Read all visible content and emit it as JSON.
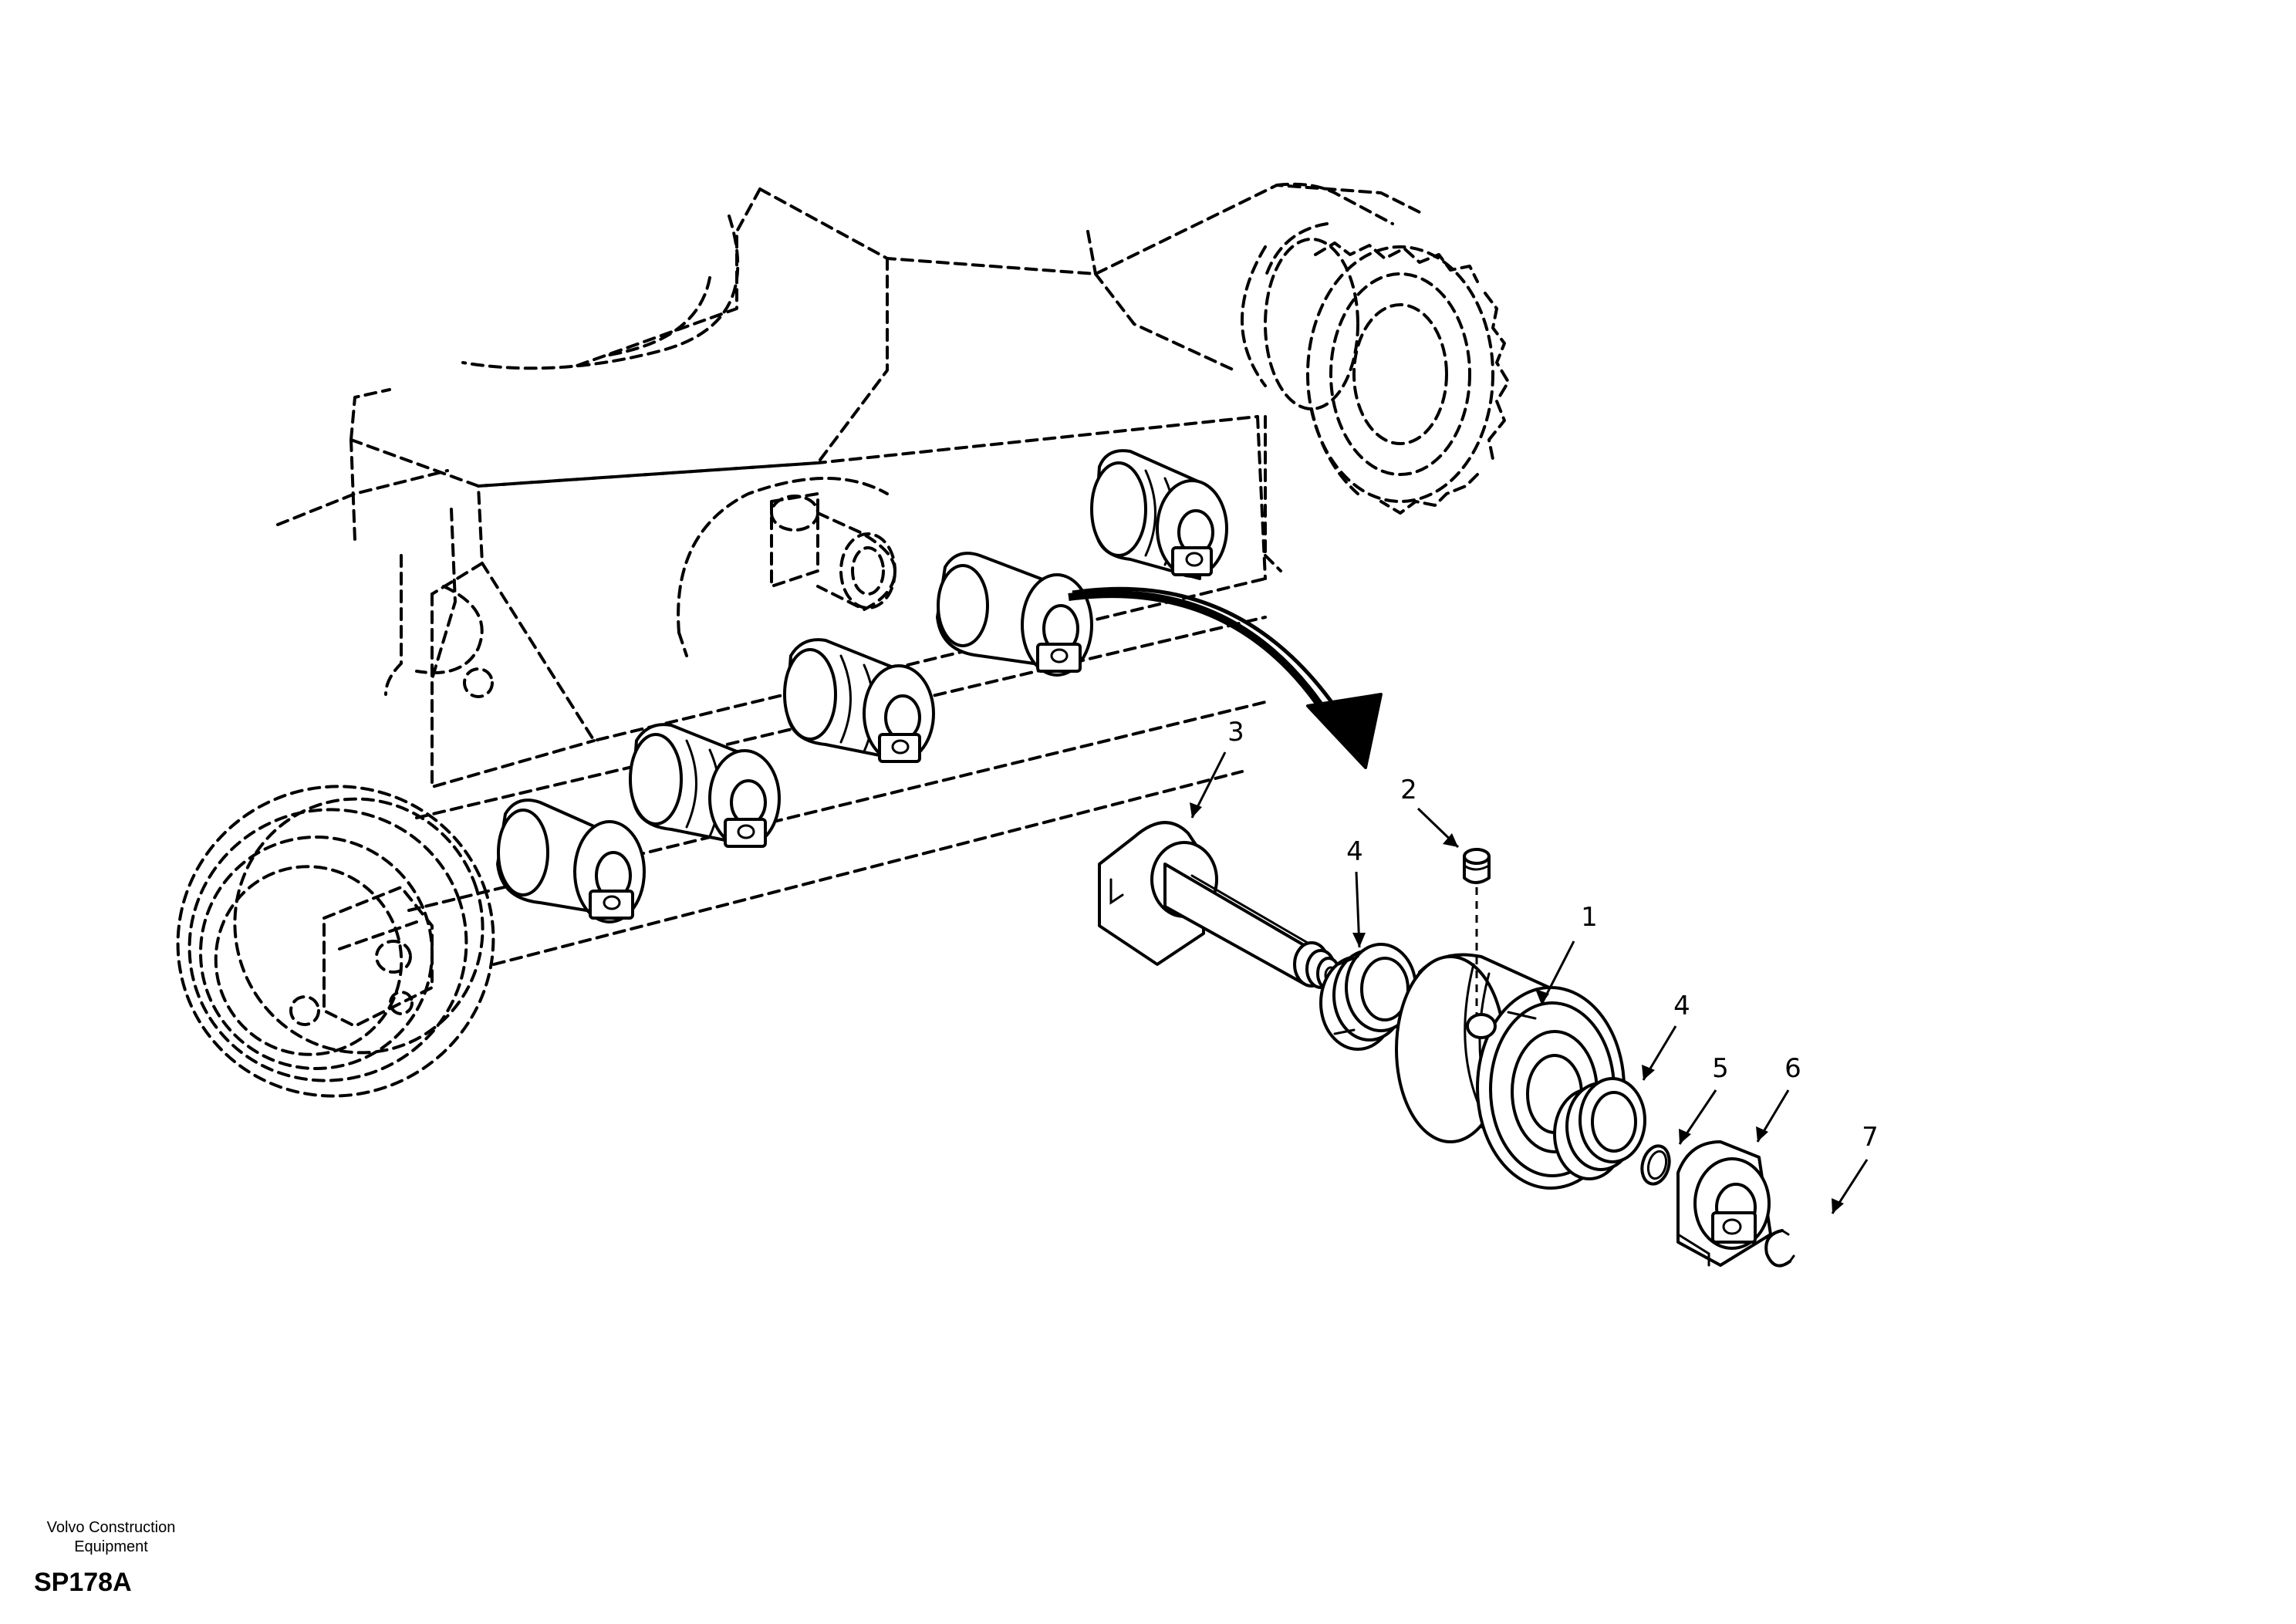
{
  "callouts": [
    {
      "label": "1"
    },
    {
      "label": "2"
    },
    {
      "label": "3"
    },
    {
      "label": "4"
    },
    {
      "label": "4"
    },
    {
      "label": "5"
    },
    {
      "label": "6"
    },
    {
      "label": "7"
    }
  ],
  "credit": {
    "line1": "Volvo Construction",
    "line2": "Equipment"
  },
  "figure_code": "SP178A"
}
